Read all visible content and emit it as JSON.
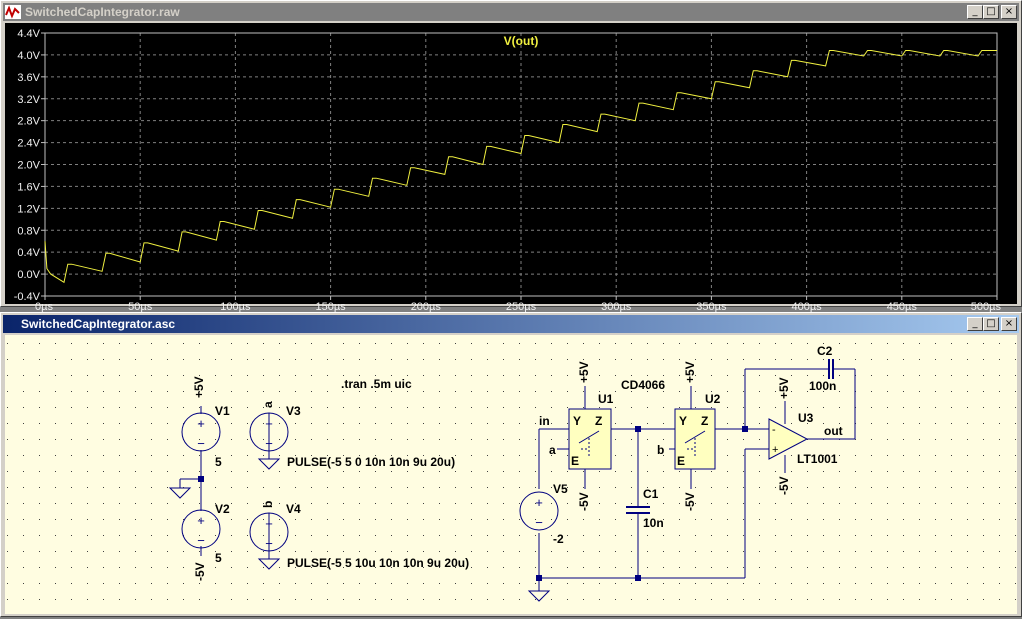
{
  "waveform_window": {
    "title": "SwitchedCapIntegrator.raw",
    "trace_label": "V(out)",
    "colors": {
      "background": "#000000",
      "trace": "#f0f040",
      "axis_text": "#f0f0f0",
      "grid": "#808080"
    }
  },
  "schematic_window": {
    "title": "SwitchedCapIntegrator.asc",
    "colors": {
      "background": "#fffde1",
      "wire": "#000080",
      "component": "#000080",
      "text": "#000000"
    },
    "directive": ".tran .5m uic",
    "components": {
      "V1": {
        "name": "V1",
        "value": "5",
        "net_top": "+5V"
      },
      "V2": {
        "name": "V2",
        "value": "5",
        "net_bottom": "-5V"
      },
      "V3": {
        "name": "V3",
        "net": "a",
        "value": "PULSE(-5 5 0 10n 10n 9u 20u)"
      },
      "V4": {
        "name": "V4",
        "net": "b",
        "value": "PULSE(-5 5 10u 10n 10n 9u 20u)"
      },
      "V5": {
        "name": "V5",
        "value": "-2"
      },
      "U1": {
        "name": "U1",
        "part": "CD4066",
        "vdd": "+5V",
        "vss": "-5V",
        "pin_y": "Y",
        "pin_z": "Z",
        "pin_e": "E",
        "ctrl": "a"
      },
      "U2": {
        "name": "U2",
        "vdd": "+5V",
        "vss": "-5V",
        "pin_y": "Y",
        "pin_z": "Z",
        "pin_e": "E",
        "ctrl": "b"
      },
      "U3": {
        "name": "U3",
        "part": "LT1001",
        "vpos": "+5V",
        "vneg": "-5V",
        "minus": "-",
        "plus": "+"
      },
      "C1": {
        "name": "C1",
        "value": "10n"
      },
      "C2": {
        "name": "C2",
        "value": "100n"
      }
    },
    "nets": {
      "in": "in",
      "out": "out"
    }
  },
  "chart_data": {
    "type": "line",
    "title": "V(out)",
    "xlabel": "",
    "ylabel": "",
    "xlim": [
      0,
      500
    ],
    "ylim": [
      -0.4,
      4.4
    ],
    "x_unit": "µs",
    "y_unit": "V",
    "xticks": [
      "0µs",
      "50µs",
      "100µs",
      "150µs",
      "200µs",
      "250µs",
      "300µs",
      "350µs",
      "400µs",
      "450µs",
      "500µs"
    ],
    "yticks": [
      "-0.4V",
      "0.0V",
      "0.4V",
      "0.8V",
      "1.2V",
      "1.6V",
      "2.0V",
      "2.4V",
      "2.8V",
      "3.2V",
      "3.6V",
      "4.0V",
      "4.4V"
    ],
    "grid": true,
    "series": [
      {
        "name": "V(out)",
        "x": [
          0,
          1,
          3,
          10,
          12,
          14,
          30,
          32,
          34,
          50,
          52,
          54,
          70,
          72,
          74,
          90,
          92,
          94,
          110,
          112,
          114,
          130,
          132,
          134,
          150,
          152,
          154,
          170,
          172,
          174,
          190,
          192,
          194,
          210,
          212,
          214,
          230,
          232,
          234,
          250,
          252,
          254,
          270,
          272,
          274,
          290,
          292,
          294,
          310,
          312,
          314,
          330,
          332,
          334,
          350,
          352,
          354,
          370,
          372,
          374,
          390,
          392,
          394,
          410,
          412,
          414,
          430,
          432,
          434,
          450,
          452,
          454,
          470,
          472,
          474,
          490,
          492,
          494,
          500
        ],
        "y": [
          0.6,
          0.1,
          0.0,
          -0.15,
          0.18,
          0.18,
          0.05,
          0.38,
          0.38,
          0.22,
          0.57,
          0.57,
          0.42,
          0.77,
          0.77,
          0.62,
          0.96,
          0.96,
          0.82,
          1.16,
          1.16,
          1.02,
          1.36,
          1.36,
          1.22,
          1.55,
          1.55,
          1.42,
          1.75,
          1.75,
          1.62,
          1.94,
          1.94,
          1.82,
          2.14,
          2.14,
          2.0,
          2.33,
          2.33,
          2.2,
          2.53,
          2.53,
          2.4,
          2.73,
          2.73,
          2.6,
          2.92,
          2.92,
          2.8,
          3.12,
          3.12,
          3.0,
          3.31,
          3.31,
          3.2,
          3.51,
          3.51,
          3.4,
          3.71,
          3.71,
          3.6,
          3.9,
          3.9,
          3.8,
          4.08,
          4.08,
          3.98,
          4.08,
          4.08,
          3.98,
          4.08,
          4.08,
          3.98,
          4.08,
          4.08,
          3.98,
          4.08,
          4.08,
          4.08
        ]
      }
    ]
  }
}
